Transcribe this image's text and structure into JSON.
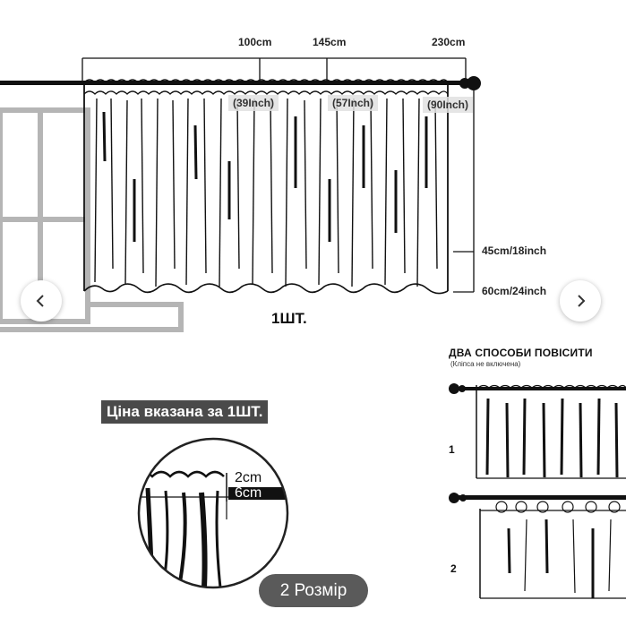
{
  "diagram": {
    "width_marks": [
      "100cm",
      "145cm",
      "230cm"
    ],
    "inch_marks": [
      "(39Inch)",
      "(57Inch)",
      "(90Inch)"
    ],
    "height_marks": [
      "45cm/18inch",
      "60cm/24inch"
    ],
    "quantity_label": "1ШТ."
  },
  "hanging": {
    "title": "ДВА СПОСОБИ ПОВІСИТИ",
    "subtitle": "(Кліпса не включена)",
    "options": [
      "1",
      "2"
    ]
  },
  "price_note": "Ціна вказана за 1ШТ.",
  "zoom": {
    "top_mark": "2cm",
    "bottom_mark": "6cm"
  },
  "carousel": {
    "prev_icon": "chevron-left-icon",
    "next_icon": "chevron-right-icon",
    "size_label": "2 Розмір"
  },
  "colors": {
    "line": "#111111",
    "window": "#b5b5b5",
    "pill": "#5a5a5a",
    "badge": "#4a4a4a"
  }
}
